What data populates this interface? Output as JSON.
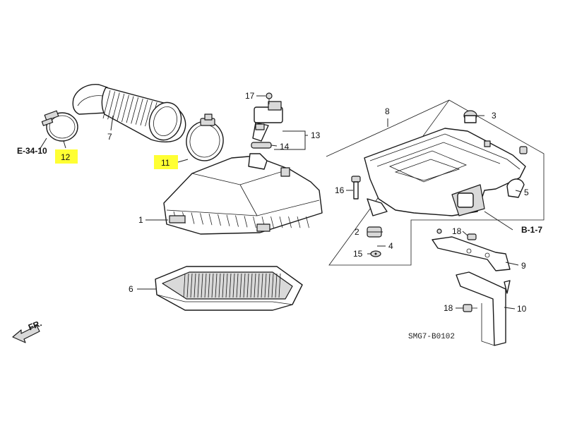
{
  "diagram": {
    "highlight_color": "#ffff33",
    "callouts": {
      "p1": "1",
      "p2": "2",
      "p3": "3",
      "p4": "4",
      "p5": "5",
      "p6": "6",
      "p7": "7",
      "p8": "8",
      "p9": "9",
      "p10": "10",
      "p11": "11",
      "p12": "12",
      "p13": "13",
      "p14": "14",
      "p15": "15",
      "p16": "16",
      "p17": "17",
      "p18a": "18",
      "p18b": "18"
    },
    "refs": {
      "e3410": "E-34-10",
      "b17": "B-1-7"
    },
    "front_mark": "FR.",
    "diagram_code": "SMG7-B0102"
  }
}
